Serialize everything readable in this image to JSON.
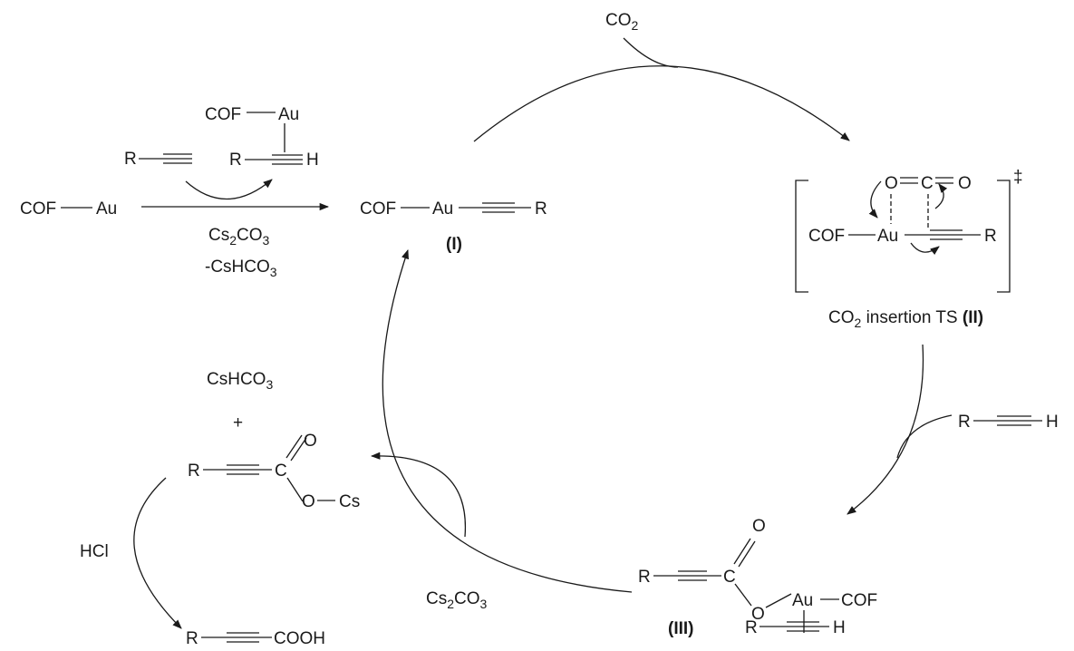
{
  "lbl": {
    "cof": "COF",
    "au": "Au",
    "r": "R",
    "h": "H",
    "o": "O",
    "c": "C",
    "cs": "Cs",
    "cooh": "COOH",
    "hcl": "HCl",
    "minus_cshco3": "-CsHCO",
    "cs2co3": "Cs",
    "cs2co3_mid": "CO",
    "sub_2": "2",
    "sub_3": "3",
    "cshco3": "CsHCO",
    "plus": "+",
    "dagger": "‡",
    "co2_main": "CO",
    "insertion_tail": " insertion TS ",
    "i": "(I)",
    "ii": "(II)",
    "iii": "(III)"
  }
}
